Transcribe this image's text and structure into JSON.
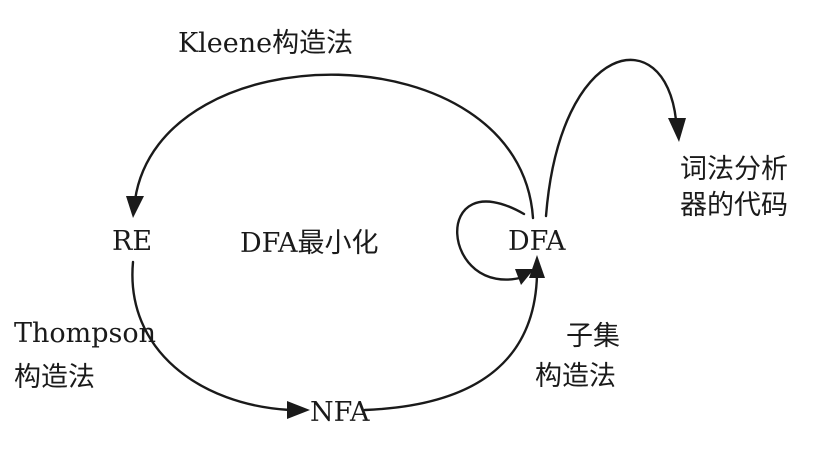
{
  "nodes": {
    "re": "RE",
    "dfa": "DFA",
    "nfa": "NFA",
    "center": "DFA最小化"
  },
  "edges": {
    "kleene": "Kleene构造法",
    "thompson_line1": "Thompson",
    "thompson_line2": "构造法",
    "subset_line1": "子集",
    "subset_line2": "构造法"
  },
  "output": {
    "line1": "词法分析",
    "line2": "器的代码"
  }
}
